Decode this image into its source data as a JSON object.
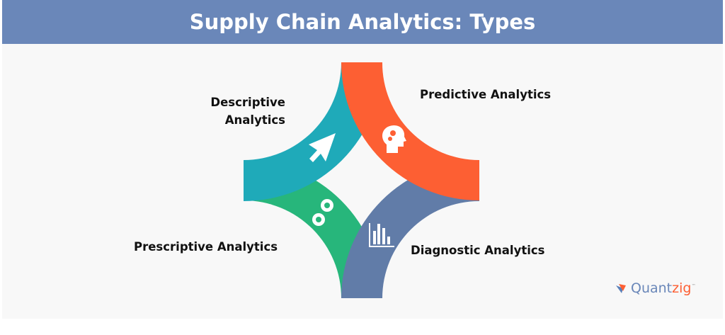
{
  "title": "Supply Chain Analytics: Types",
  "segments": [
    {
      "label_line1": "Descriptive",
      "label_line2": "Analytics",
      "icon": "cursor-icon",
      "color": "#1faab9"
    },
    {
      "label": "Predictive Analytics",
      "icon": "brain-gears-icon",
      "color": "#fd5f33"
    },
    {
      "label": "Prescriptive Analytics",
      "icon": "gears-icon",
      "color": "#27b67b"
    },
    {
      "label": "Diagnostic Analytics",
      "icon": "bar-chart-icon",
      "color": "#617ca8"
    }
  ],
  "logo": {
    "part1": "Quant",
    "part2": "zig",
    "tm": "™"
  }
}
